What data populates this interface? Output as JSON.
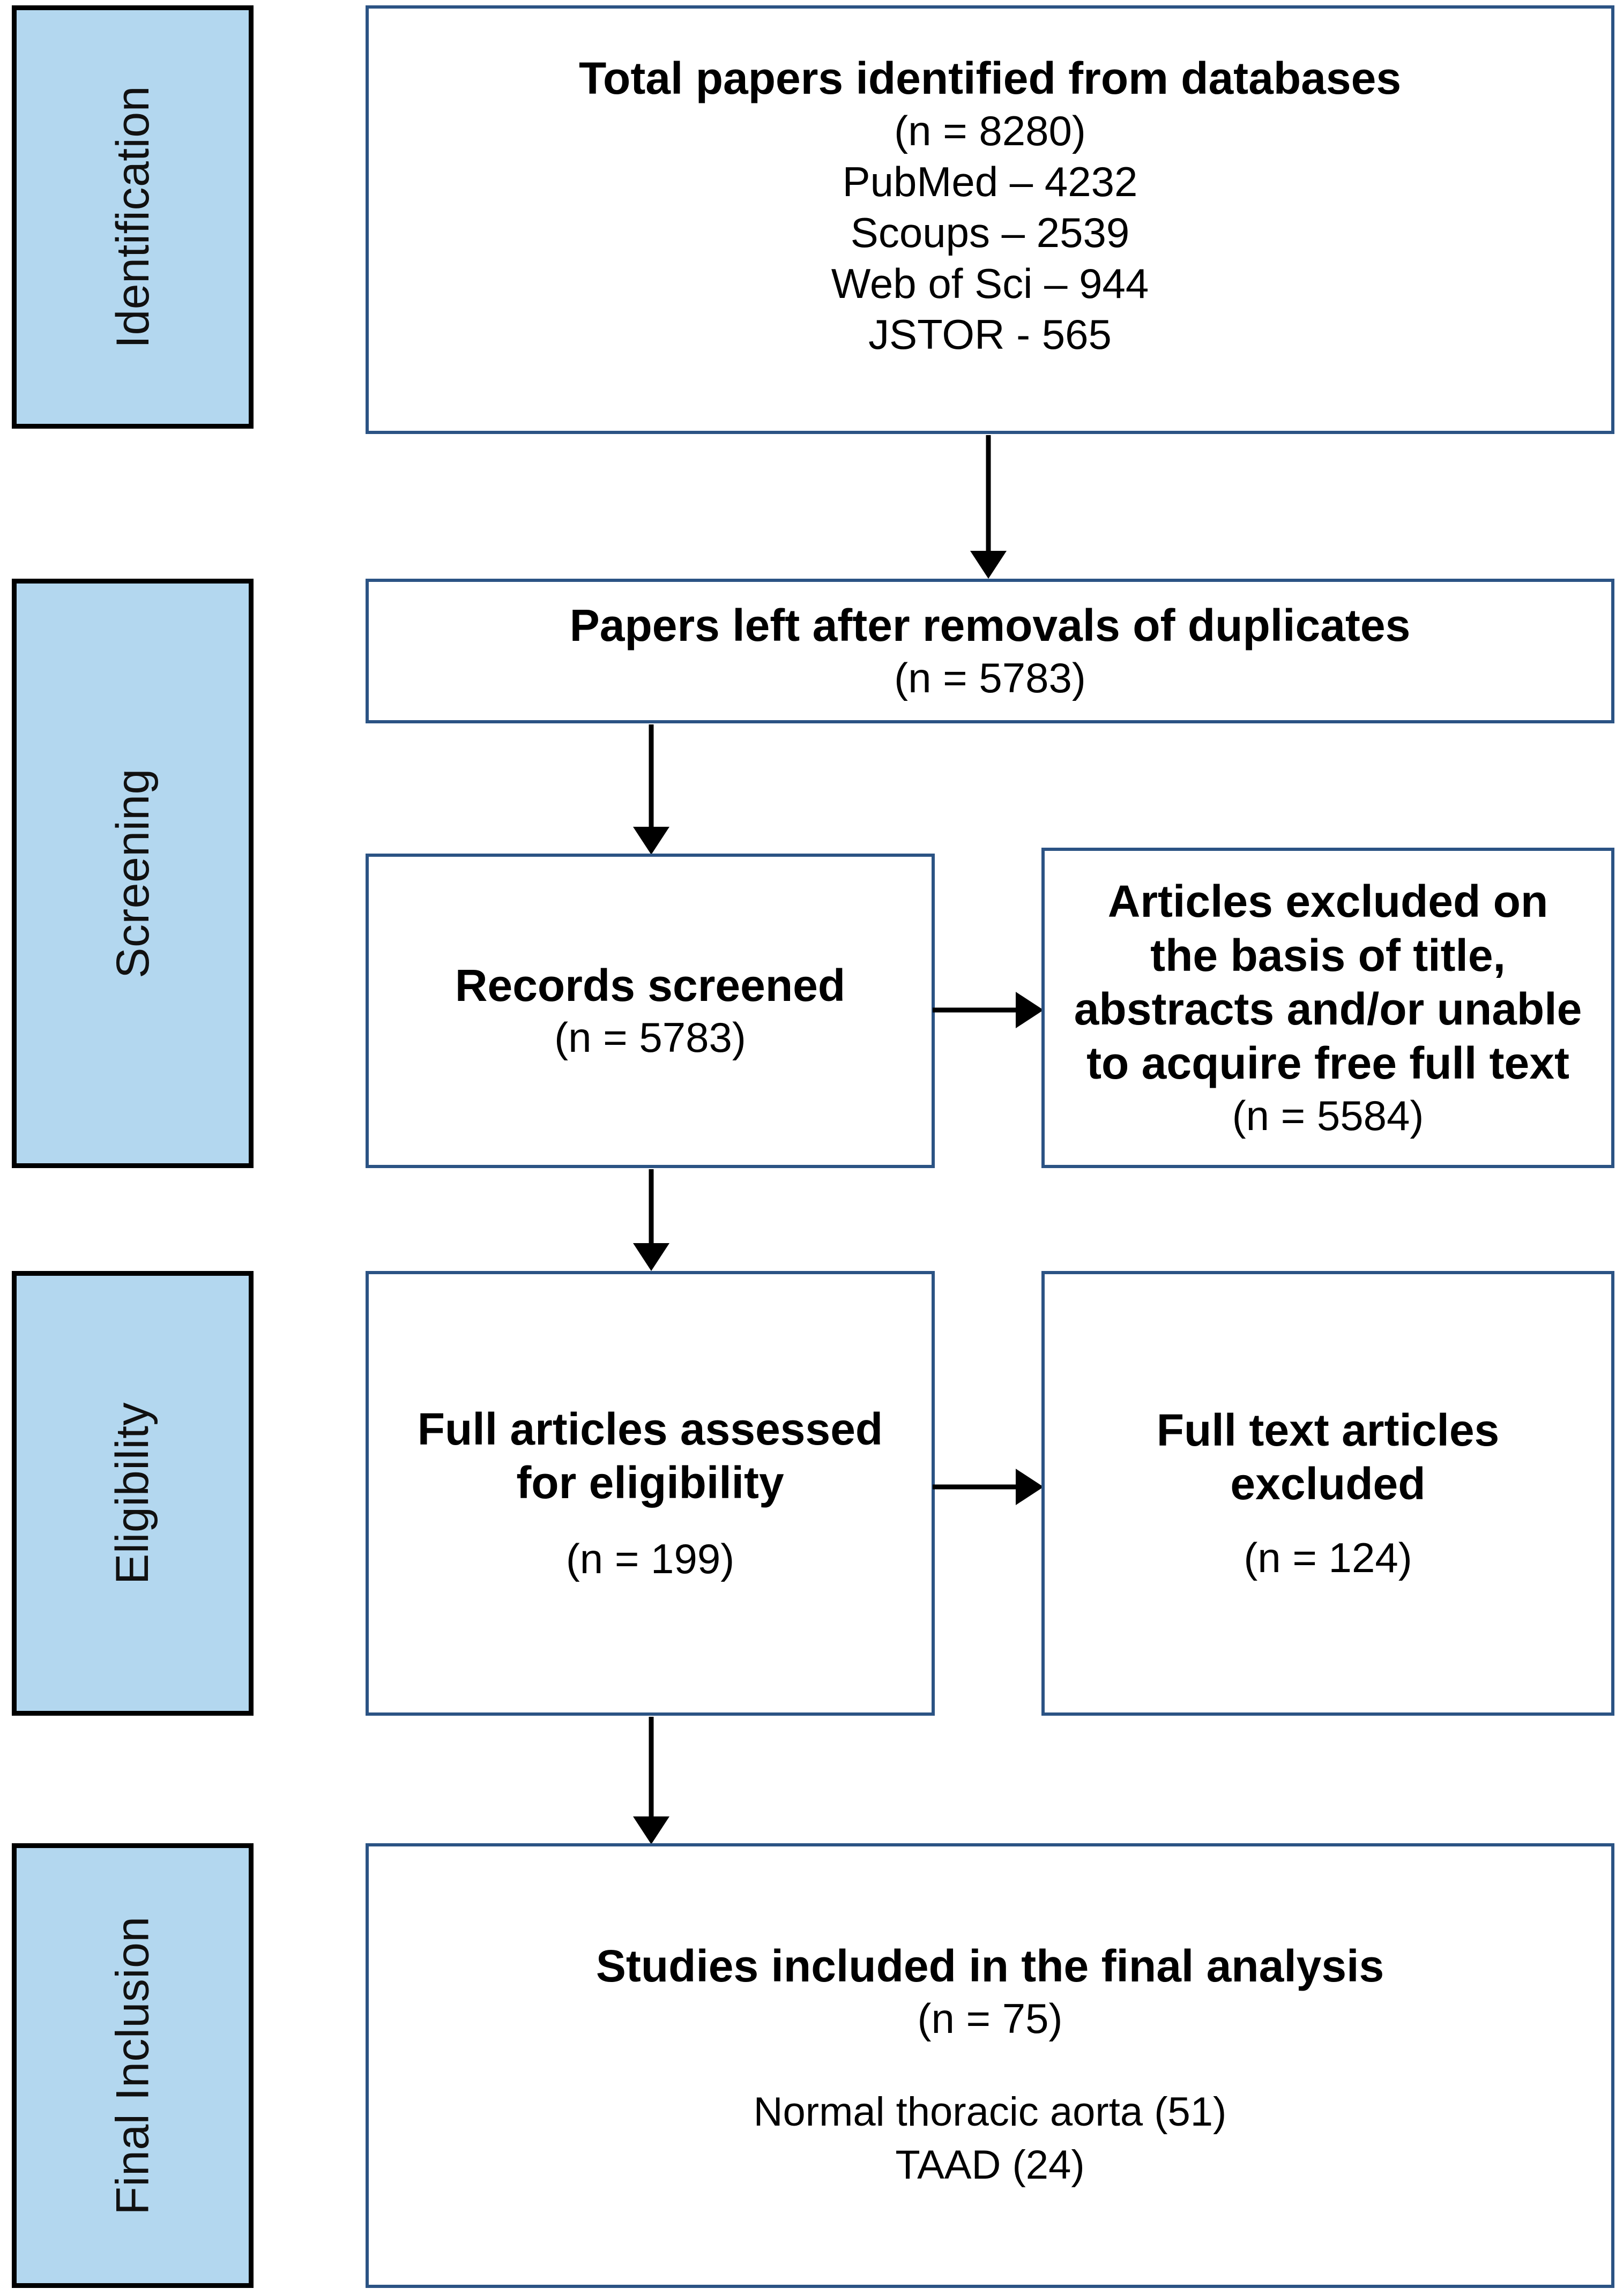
{
  "diagram": {
    "type": "prisma-flow-diagram",
    "colors": {
      "stage_fill": "#b3d7ef",
      "stage_border": "#000000",
      "node_border": "#2b5384",
      "node_fill": "#ffffff",
      "arrow": "#000000",
      "text": "#000000"
    }
  },
  "stages": [
    {
      "id": "identification",
      "label": "Identification"
    },
    {
      "id": "screening",
      "label": "Screening"
    },
    {
      "id": "eligibility",
      "label": "Eligibility"
    },
    {
      "id": "final_inclusion",
      "label": "Final Inclusion"
    }
  ],
  "nodes": {
    "identified": {
      "title": "Total papers identified from databases",
      "count": "(n = 8280)",
      "sources": [
        "PubMed – 4232",
        "Scoups – 2539",
        "Web of Sci – 944",
        "JSTOR - 565"
      ]
    },
    "duplicates_removed": {
      "title": "Papers left after removals of duplicates",
      "count": "(n = 5783)"
    },
    "records_screened": {
      "title": "Records screened",
      "count": "(n = 5783)"
    },
    "articles_excluded": {
      "title": "Articles excluded on the basis of title, abstracts and/or unable to acquire free full text",
      "count": "(n = 5584)"
    },
    "full_assessed": {
      "title": "Full articles assessed for eligibility",
      "count": "(n = 199)"
    },
    "full_excluded": {
      "title": "Full text articles excluded",
      "count": "(n = 124)"
    },
    "included": {
      "title": "Studies included in the final analysis",
      "count": "(n = 75)",
      "breakdown": [
        "Normal thoracic aorta (51)",
        "TAAD (24)"
      ]
    }
  },
  "chart_data": {
    "type": "diagram",
    "title": "PRISMA flow diagram",
    "stages": [
      "Identification",
      "Screening",
      "Eligibility",
      "Final Inclusion"
    ],
    "records": [
      {
        "stage": "Identification",
        "label": "Total papers identified from databases",
        "n": 8280,
        "sources": [
          {
            "name": "PubMed",
            "n": 4232
          },
          {
            "name": "Scoups",
            "n": 2539
          },
          {
            "name": "Web of Sci",
            "n": 944
          },
          {
            "name": "JSTOR",
            "n": 565
          }
        ]
      },
      {
        "stage": "Screening",
        "label": "Papers left after removals of duplicates",
        "n": 5783
      },
      {
        "stage": "Screening",
        "label": "Records screened",
        "n": 5783
      },
      {
        "stage": "Screening",
        "label": "Articles excluded on the basis of title, abstracts and/or unable to acquire free full text",
        "n": 5584,
        "excluded": true
      },
      {
        "stage": "Eligibility",
        "label": "Full articles assessed for eligibility",
        "n": 199
      },
      {
        "stage": "Eligibility",
        "label": "Full text articles excluded",
        "n": 124,
        "excluded": true
      },
      {
        "stage": "Final Inclusion",
        "label": "Studies included in the final analysis",
        "n": 75,
        "subgroups": [
          {
            "name": "Normal thoracic aorta",
            "n": 51
          },
          {
            "name": "TAAD",
            "n": 24
          }
        ]
      }
    ]
  }
}
